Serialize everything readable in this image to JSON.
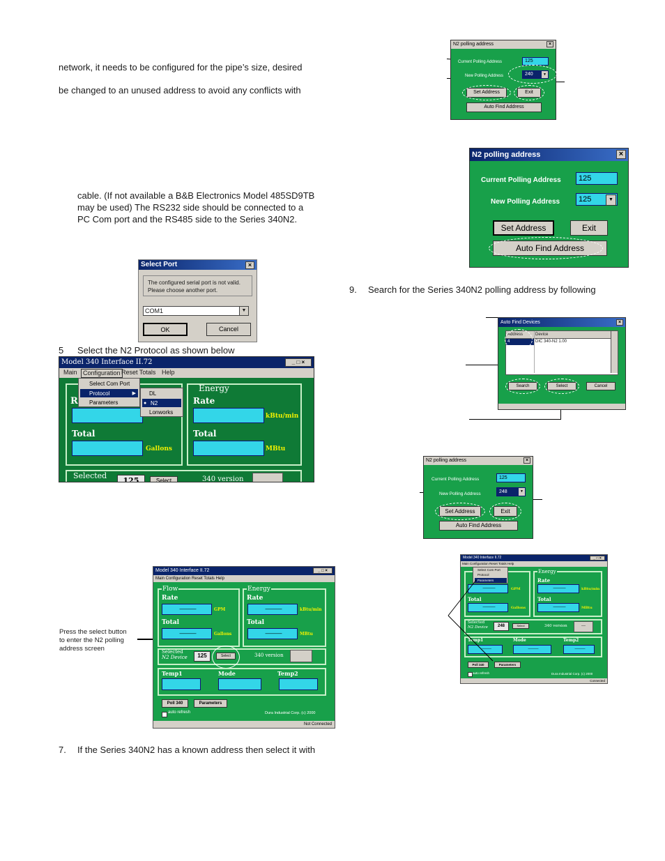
{
  "doc": {
    "para1_line1": "network, it needs to be configured for the pipe’s size, desired",
    "para1_line2": "be changed to an unused address to avoid any conflicts with",
    "para2_line1": "cable. (If not available a B&B Electronics Model 485SD9TB",
    "para2_line2": "may be used) The RS232 side should be connected to a",
    "para2_line3": "PC Com port and the RS485 side to the Series 340N2.",
    "step5": "5",
    "step5_text": "Select the N2 Protocol as shown below",
    "step7": "7.",
    "step7_text": "If the Series 340N2 has a known address then select it with",
    "step9": "9.",
    "step9_text": "Search for the Series 340N2 polling address by following",
    "callout_line1": "Press the select button",
    "callout_line2": "to enter the N2 polling",
    "callout_line3": "address screen"
  },
  "select_port": {
    "title": "Select Port",
    "close": "×",
    "message_line1": "The configured serial port is not valid.",
    "message_line2": "Please choose another port.",
    "port_value": "COM1",
    "ok_label": "OK",
    "cancel_label": "Cancel"
  },
  "interface_menu_shot": {
    "title": "Model 340 Interface II.72",
    "menu_main": "Main",
    "menu_config": "Configuration",
    "menu_reset": "Reset Totals",
    "menu_help": "Help",
    "dd_select_com": "Select Com Port",
    "dd_protocol": "Protocol",
    "dd_parameters": "Parameters",
    "sub_dl": "DL",
    "sub_n2": "N2",
    "sub_lonworks": "Lonworks",
    "flow_rate": "R",
    "energy": "Energy",
    "rate": "Rate",
    "total": "Total",
    "gallons": "Gallons",
    "krtu": "kBtu/min",
    "mbtu": "MBtu",
    "selected": "Selected",
    "addr": "125",
    "select_btn": "Select",
    "version": "340 version"
  },
  "interface_main_shot": {
    "title": "Model 340 Interface II.72",
    "menu": "Main  Configuration  Reset Totals  Help",
    "flow": "Flow",
    "energy": "Energy",
    "rate": "Rate",
    "total": "Total",
    "gpm": "GPM",
    "gallons": "Gallons",
    "kbtu": "kBtu/min",
    "mbtu": "MBtu",
    "dash": "———",
    "selected": "Selected",
    "n2_device": "N2 Device",
    "addr": "125",
    "select_btn": "Select",
    "version": "340 version",
    "temp1": "Temp1",
    "mode": "Mode",
    "temp2": "Temp2",
    "poll": "Poll 340",
    "parameters": "Parameters",
    "auto_refresh": "auto refresh",
    "copyright": "Dura Industrial Corp. (c) 2000",
    "status": "Not Connected"
  },
  "n2_small_top": {
    "title": "N2 polling address",
    "close": "×",
    "current_label": "Current Polling Address",
    "current_value": "125",
    "new_label": "New Polling Address",
    "new_value": "240",
    "set_label": "Set Address",
    "exit_label": "Exit",
    "auto_label": "Auto Find Address"
  },
  "n2_large": {
    "title": "N2 polling address",
    "close": "×",
    "current_label": "Current Polling Address",
    "current_value": "125",
    "new_label": "New Polling Address",
    "new_value": "125",
    "set_label": "Set Address",
    "exit_label": "Exit",
    "auto_label": "Auto Find Address"
  },
  "auto_find": {
    "title": "Auto Find Devices",
    "close": "×",
    "col_address": "Address",
    "col_device": "Device",
    "row_address": "4",
    "row_device": "DIC 340-N2 1.00",
    "search_label": "Search",
    "select_label": "Select",
    "cancel_label": "Cancel"
  },
  "n2_small_bottom": {
    "title": "N2 polling address",
    "close": "×",
    "current_label": "Current Polling Address",
    "current_value": "125",
    "new_label": "New Polling Address",
    "new_value": "248",
    "set_label": "Set Address",
    "exit_label": "Exit",
    "auto_label": "Auto Find Address"
  },
  "interface_params_shot": {
    "title": "Model 340 Interface II.72",
    "menu": "Main  Configuration  Reset Totals  Help",
    "dd_select_com": "Select Com Port",
    "dd_protocol": "Protocol",
    "dd_parameters": "Parameters",
    "energy": "Energy",
    "rate": "Rate",
    "total": "Total",
    "gpm": "GPM",
    "gallons": "Gallons",
    "kbtu": "kBtu/min",
    "mbtu": "MBtu",
    "dash": "———",
    "selected": "Selected",
    "n2_device": "N2 Device",
    "addr": "248",
    "select_btn": "Select",
    "version": "340 version",
    "version_val": "---",
    "temp1": "Temp1",
    "mode": "Mode",
    "temp2": "Temp2",
    "poll": "Poll 340",
    "parameters": "Parameters",
    "auto_refresh": "auto refresh",
    "copyright": "Dura Industrial Corp. (c) 2000",
    "status": "Connected"
  }
}
